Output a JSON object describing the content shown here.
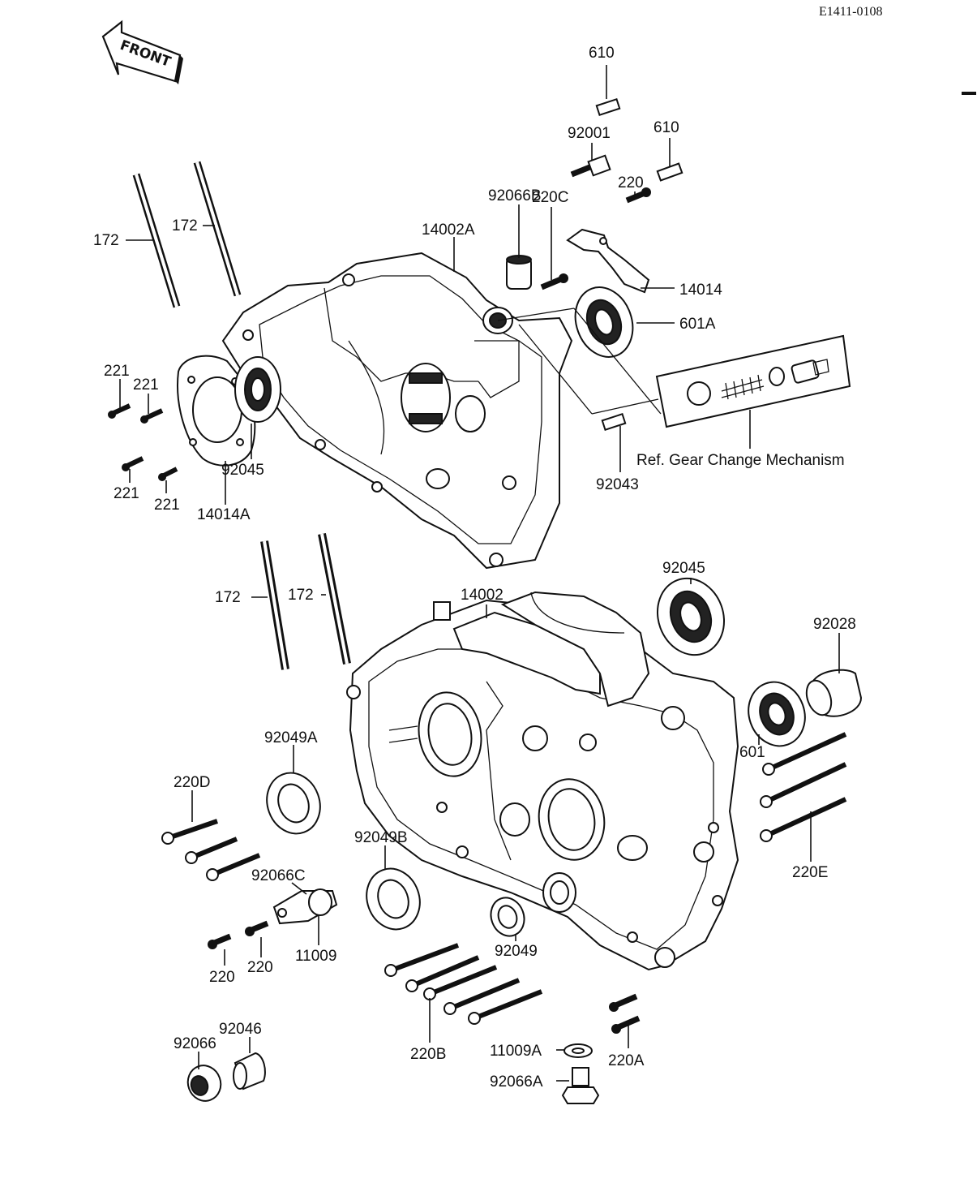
{
  "diagram_code": "E1411-0108",
  "front_label": "FRONT",
  "ref_note": "Ref.  Gear Change Mechanism",
  "labels": {
    "l610a": "610",
    "l92001": "92001",
    "l610b": "610",
    "l220a_top": "220",
    "l92066b": "92066B",
    "l220c": "220C",
    "l14002a": "14002A",
    "l172a": "172",
    "l172b": "172",
    "l14014": "14014",
    "l601a": "601A",
    "l221a": "221",
    "l221b": "221",
    "l221c": "221",
    "l221d": "221",
    "l92045a": "92045",
    "l14014a": "14014A",
    "l92043": "92043",
    "l172c": "172",
    "l172d": "172",
    "l14002": "14002",
    "l92045b": "92045",
    "l92028": "92028",
    "l601": "601",
    "l92049a": "92049A",
    "l220d": "220D",
    "l220e": "220E",
    "l92049b": "92049B",
    "l92066c": "92066C",
    "l220b1": "220",
    "l220b2": "220",
    "l11009": "11009",
    "l92049": "92049",
    "l220b": "220B",
    "l92046": "92046",
    "l92066": "92066",
    "l11009a": "11009A",
    "l92066a": "92066A",
    "l220a": "220A"
  }
}
